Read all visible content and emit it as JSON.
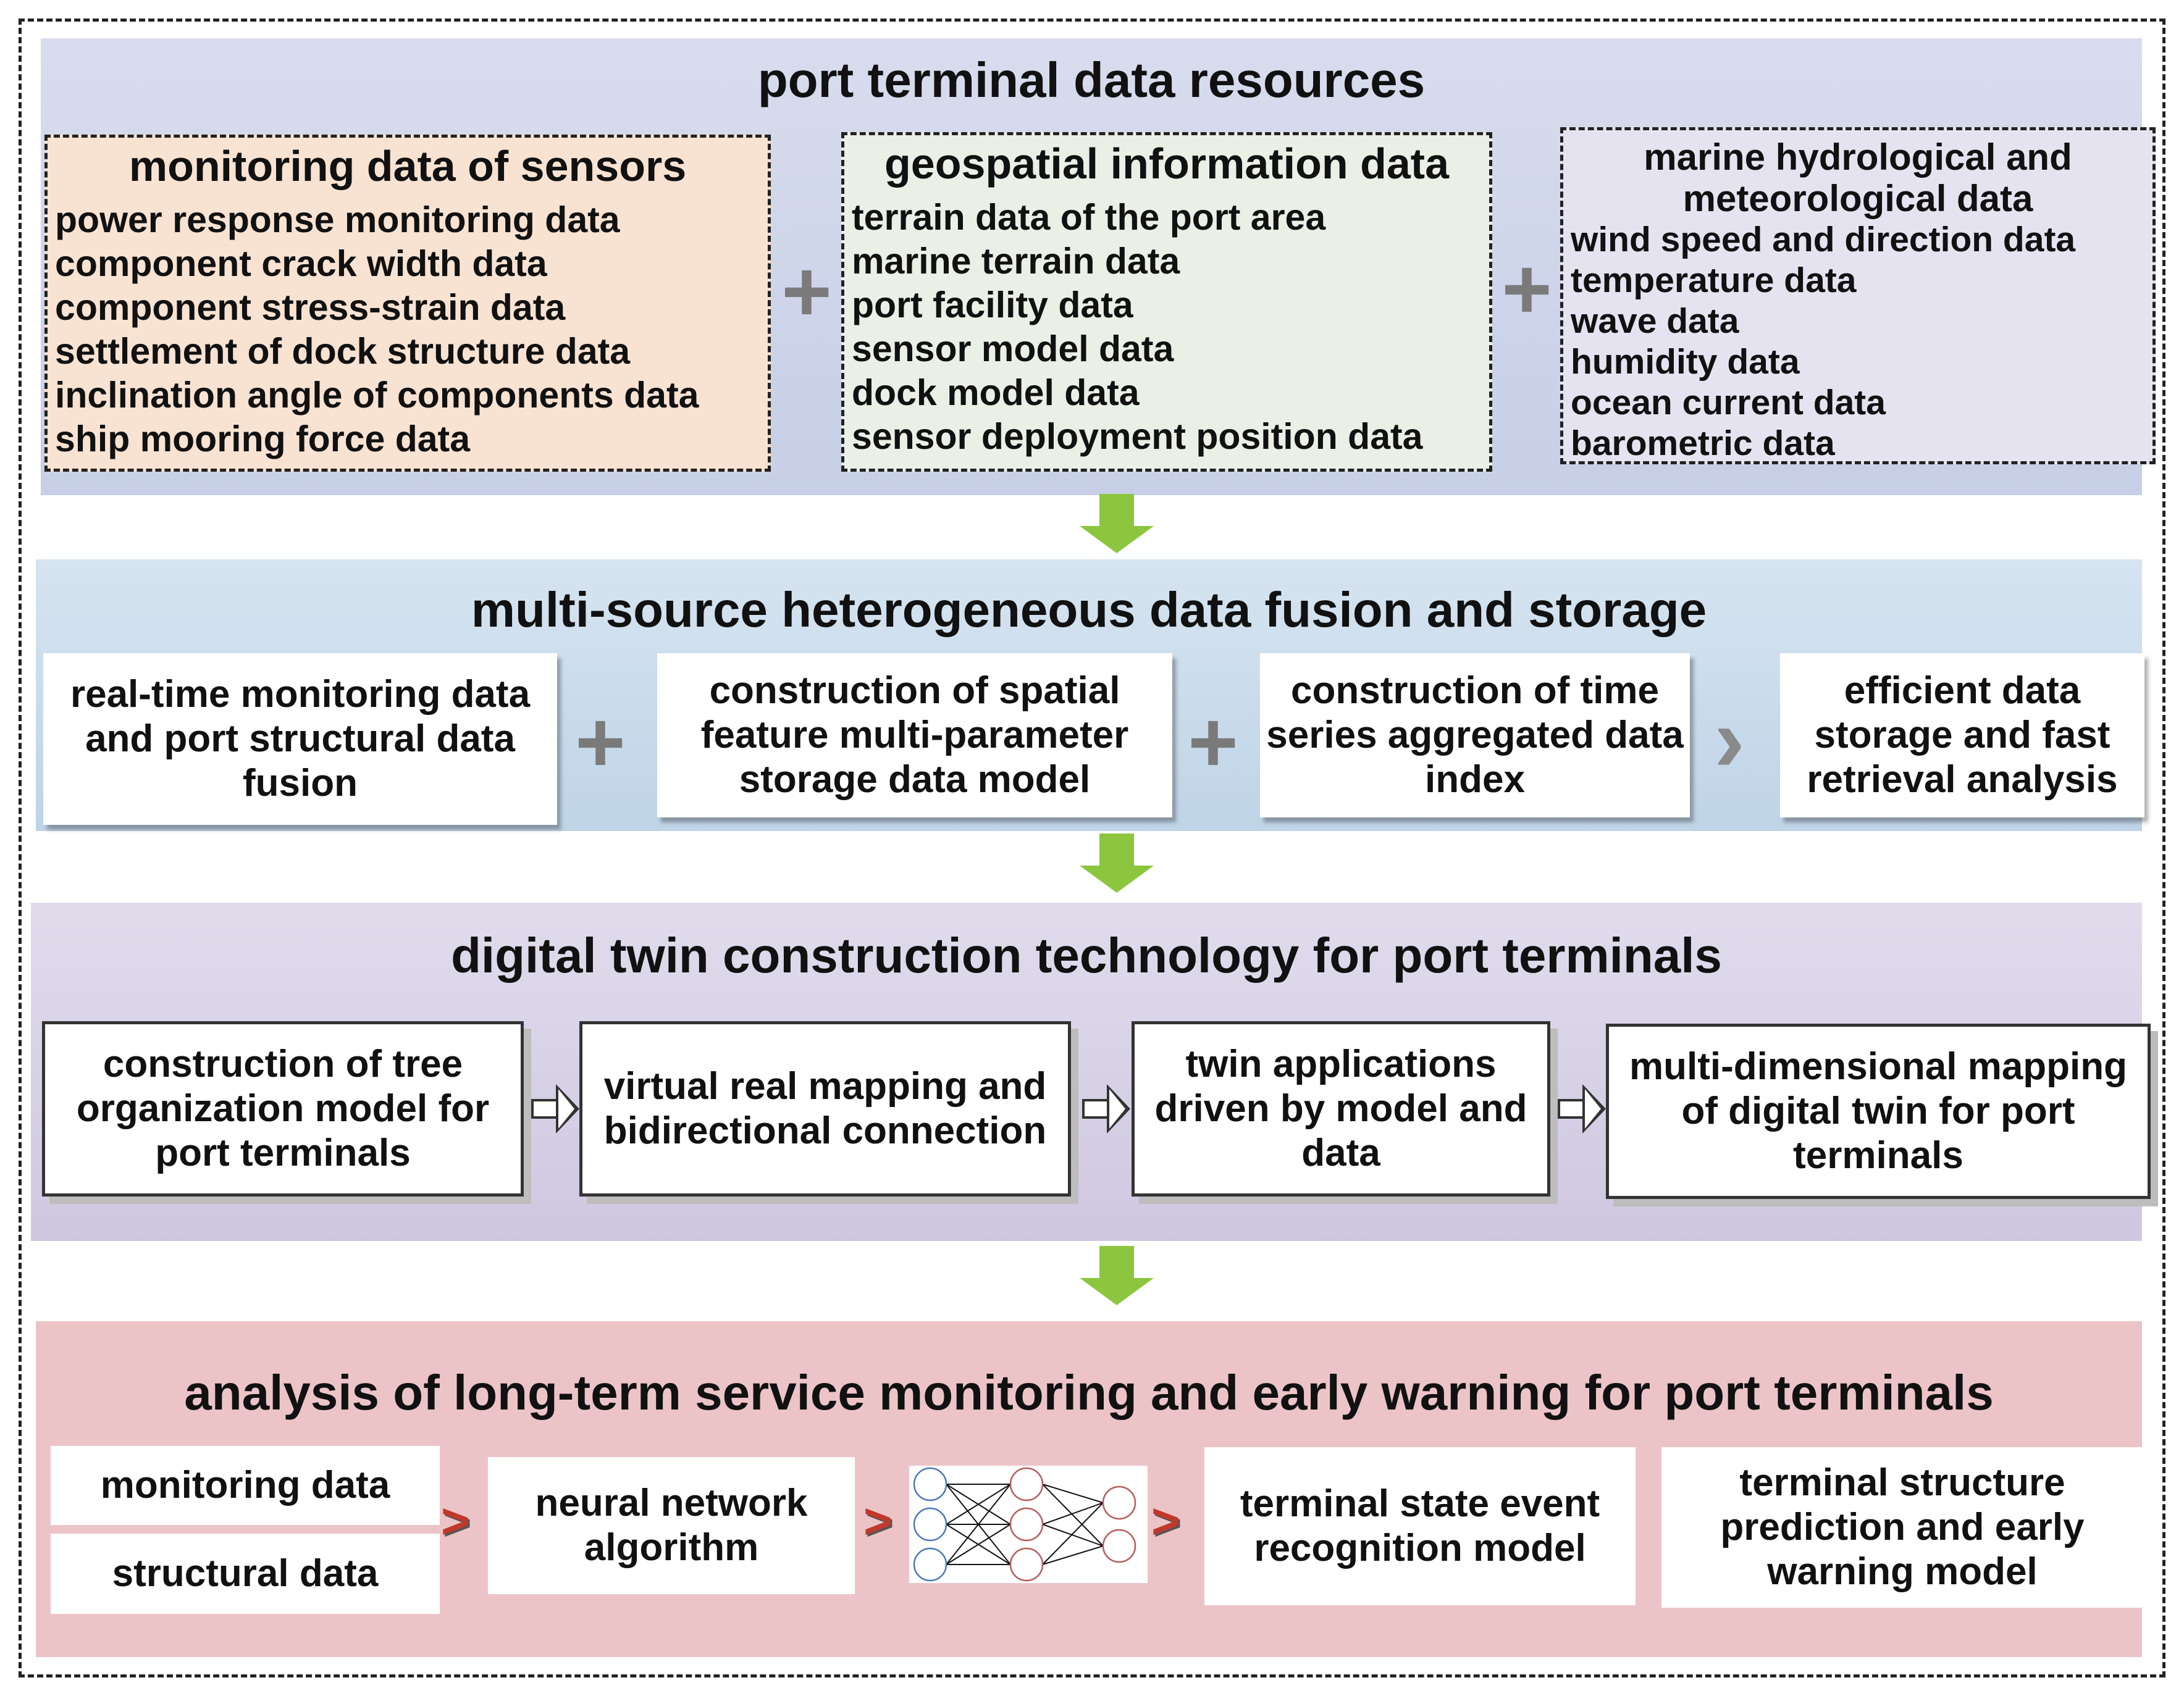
{
  "stage1": {
    "title": "port terminal data resources",
    "sources": [
      {
        "title": "monitoring data of sensors",
        "items": [
          "power response monitoring data",
          "component crack width data",
          "component stress-strain data",
          "settlement of dock structure data",
          "inclination angle of components data",
          "ship mooring force data"
        ]
      },
      {
        "title": "geospatial information data",
        "items": [
          "terrain data of the port area",
          "marine terrain data",
          "port facility data",
          "sensor model data",
          "dock model data",
          "sensor deployment position data"
        ]
      },
      {
        "title": "marine hydrological and meteorological data",
        "items": [
          "wind speed and direction data",
          "temperature data",
          "wave data",
          "humidity data",
          "ocean current data",
          "barometric data"
        ]
      }
    ]
  },
  "stage2": {
    "title": "multi-source heterogeneous data fusion and storage",
    "steps": [
      "real-time monitoring data and port structural data fusion",
      "construction of spatial feature multi-parameter storage data model",
      "construction of time series aggregated data index",
      "efficient data storage and fast retrieval analysis"
    ]
  },
  "stage3": {
    "title": "digital twin construction technology for port terminals",
    "steps": [
      "construction of tree organization model for port terminals",
      "virtual real mapping and bidirectional connection",
      "twin applications driven by model and data",
      "multi-dimensional mapping of digital twin for port terminals"
    ]
  },
  "stage4": {
    "title": "analysis of long-term service monitoring and early warning for port terminals",
    "inputs": [
      "monitoring data",
      "structural data"
    ],
    "algorithm": "neural network algorithm",
    "models": [
      "terminal state event recognition model",
      "terminal structure prediction and early warning model"
    ]
  },
  "colors": {
    "band1": "#ccd3ea",
    "band2": "#c9dbec",
    "band3": "#d7d0e6",
    "band4": "#ecc4c8",
    "green_arrow": "#8cc63e",
    "red_chevron": "#c0392b"
  }
}
